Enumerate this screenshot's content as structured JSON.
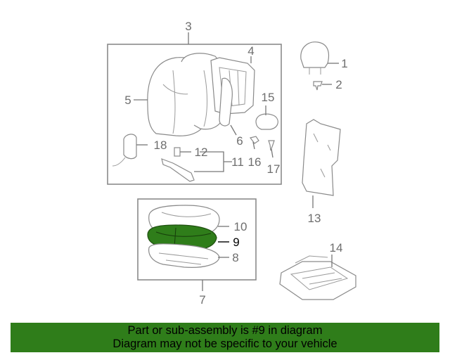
{
  "diagram": {
    "highlight_color": "#2f7d1a",
    "callouts": {
      "c1": "1",
      "c2": "2",
      "c3": "3",
      "c4": "4",
      "c5": "5",
      "c6": "6",
      "c7": "7",
      "c8": "8",
      "c9": "9",
      "c10": "10",
      "c11": "11",
      "c12": "12",
      "c13": "13",
      "c14": "14",
      "c15": "15",
      "c16": "16",
      "c17": "17",
      "c18": "18"
    }
  },
  "footer": {
    "line1": "Part or sub-assembly is #9 in diagram",
    "line2": "Diagram may not be specific to your vehicle"
  }
}
